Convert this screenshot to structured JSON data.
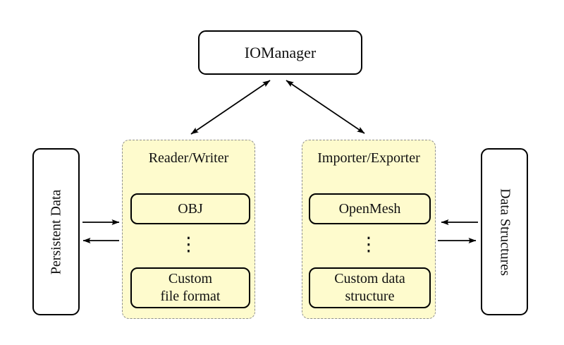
{
  "diagram": {
    "iomanager_label": "IOManager",
    "persistent_data_label": "Persistent Data",
    "data_structures_label": "Data Structures",
    "dots_symbol": "⋮",
    "reader_writer": {
      "title": "Reader/Writer",
      "items": [
        "OBJ",
        "Custom\nfile format"
      ]
    },
    "importer_exporter": {
      "title": "Importer/Exporter",
      "items": [
        "OpenMesh",
        "Custom data\nstructure"
      ]
    },
    "colors": {
      "group_fill": "#FEFBCD",
      "group_dashed_border": "#8F8F8F",
      "box_border": "#000000",
      "arrow": "#000000",
      "background": "#FFFFFF"
    }
  }
}
